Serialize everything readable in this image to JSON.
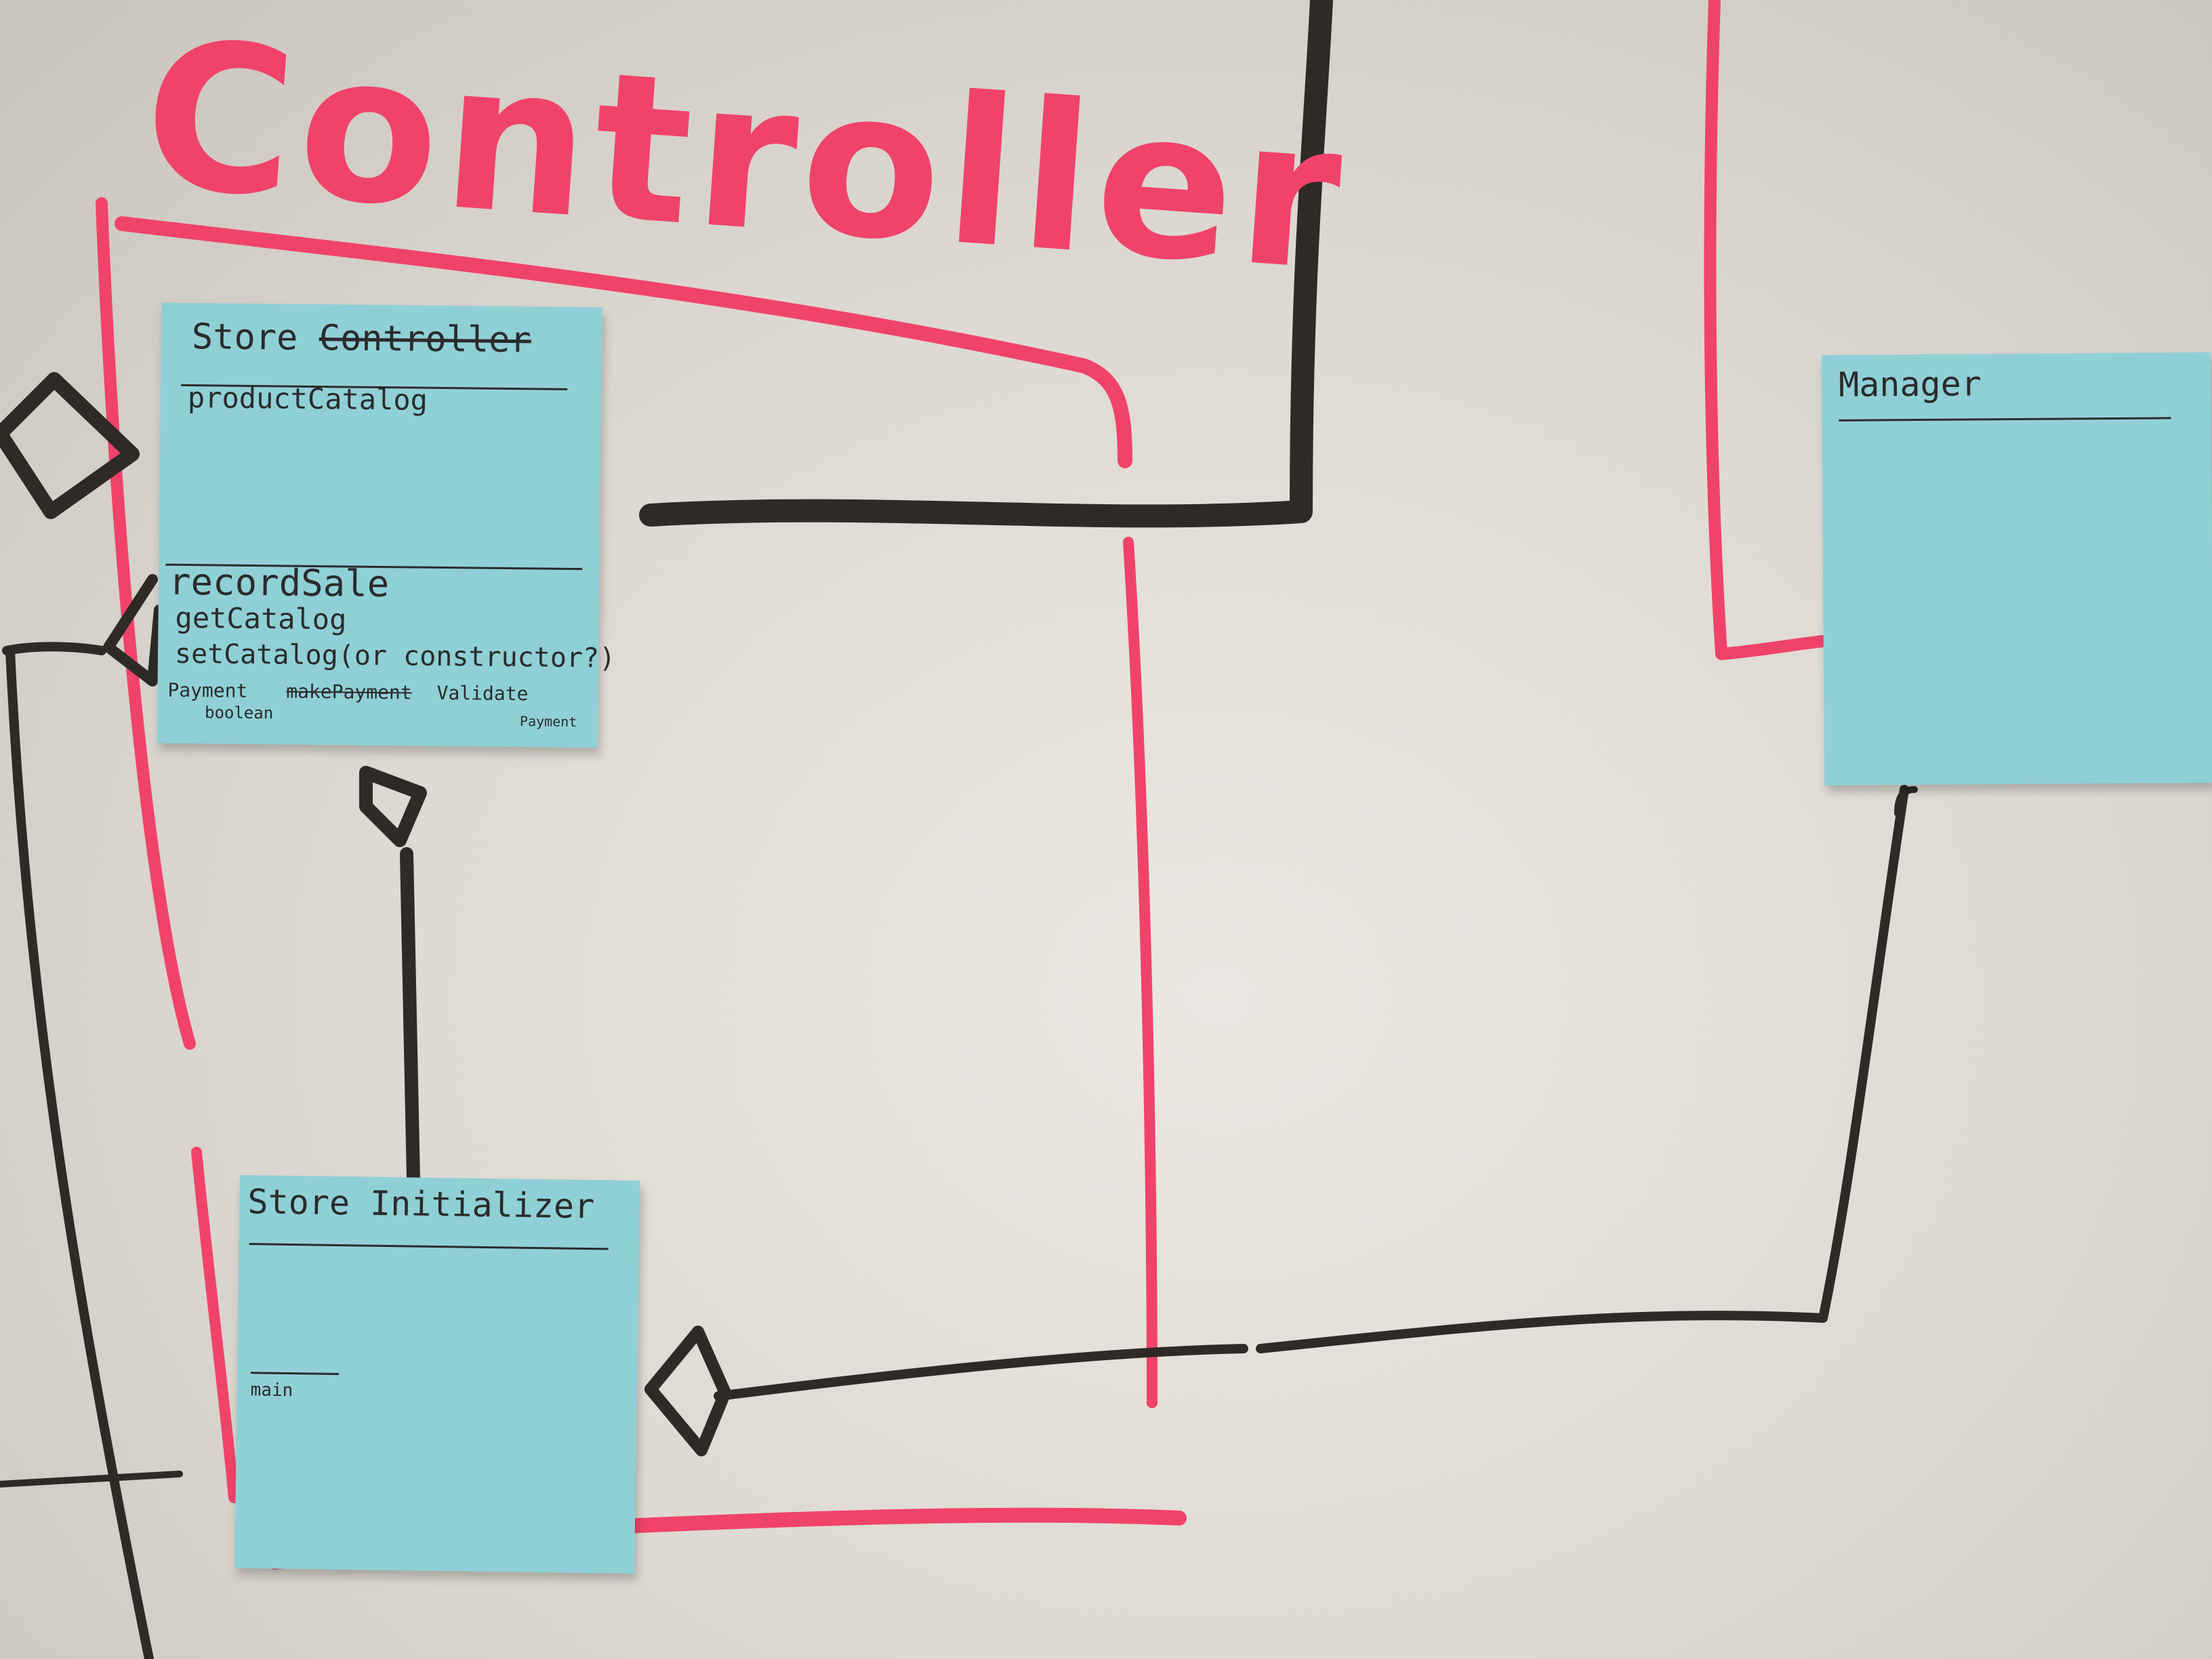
{
  "title": "Controller",
  "notes": {
    "store_controller": {
      "class_name": "Store",
      "class_name_struck": "Controller",
      "attributes": [
        "productCatalog"
      ],
      "methods": [
        "recordSale",
        "getCatalog",
        "setCatalog(or constructor?)"
      ],
      "method_return": "Payment",
      "method_return_type": "boolean",
      "method_struck": "makePayment",
      "method_last": "Validate",
      "method_last_sub": "Payment"
    },
    "store_initializer": {
      "class_name": "Store Initializer",
      "methods": [
        "main"
      ]
    },
    "manager": {
      "class_name": "Manager"
    }
  },
  "colors": {
    "red_marker": "#f0436a",
    "black_marker": "#2e2a26",
    "sticky_note": "#8fd0d6",
    "board": "#e6e3dd"
  }
}
